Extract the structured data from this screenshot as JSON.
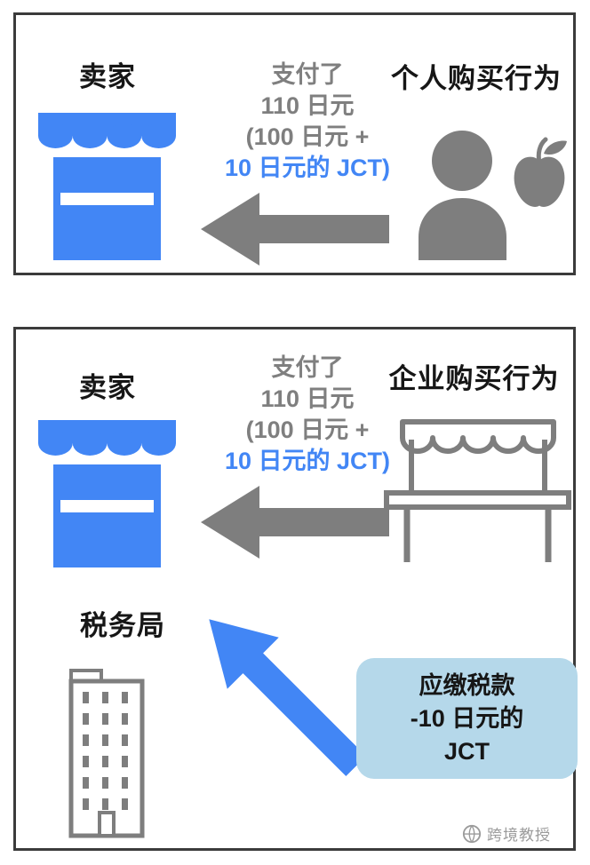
{
  "colors": {
    "blue": "#4286F5",
    "gray": "#7E7E7E",
    "light_blue": "#B5D8EA",
    "text_black": "#161616",
    "text_gray": "#7F7F7F",
    "watermark_gray": "#9B9B9B",
    "panel_border": "#3B3B3B"
  },
  "panel_individual": {
    "seller_label": "卖家",
    "payment": {
      "line1": "支付了",
      "line2": "110 日元",
      "line3": "(100 日元 +",
      "line4": "10 日元的 JCT)"
    },
    "buyer_label": "个人购买行为",
    "icons": {
      "seller": "store-icon",
      "buyer": "person-icon",
      "item": "apple-icon",
      "arrow": "arrow-left-icon"
    }
  },
  "panel_business": {
    "seller_label": "卖家",
    "payment": {
      "line1": "支付了",
      "line2": "110 日元",
      "line3": "(100 日元 +",
      "line4": "10 日元的 JCT)"
    },
    "buyer_label": "企业购买行为",
    "tax_office_label": "税务局",
    "tax_note": {
      "line1": "应缴税款",
      "line2": "-10 日元的",
      "line3": "JCT"
    },
    "icons": {
      "seller": "store-icon",
      "buyer": "market-stall-icon",
      "tax_office": "building-icon",
      "arrow_payment": "arrow-left-icon",
      "arrow_tax": "arrow-down-left-icon"
    }
  },
  "watermark": {
    "label": "跨境教授",
    "icon": "globe-icon"
  }
}
